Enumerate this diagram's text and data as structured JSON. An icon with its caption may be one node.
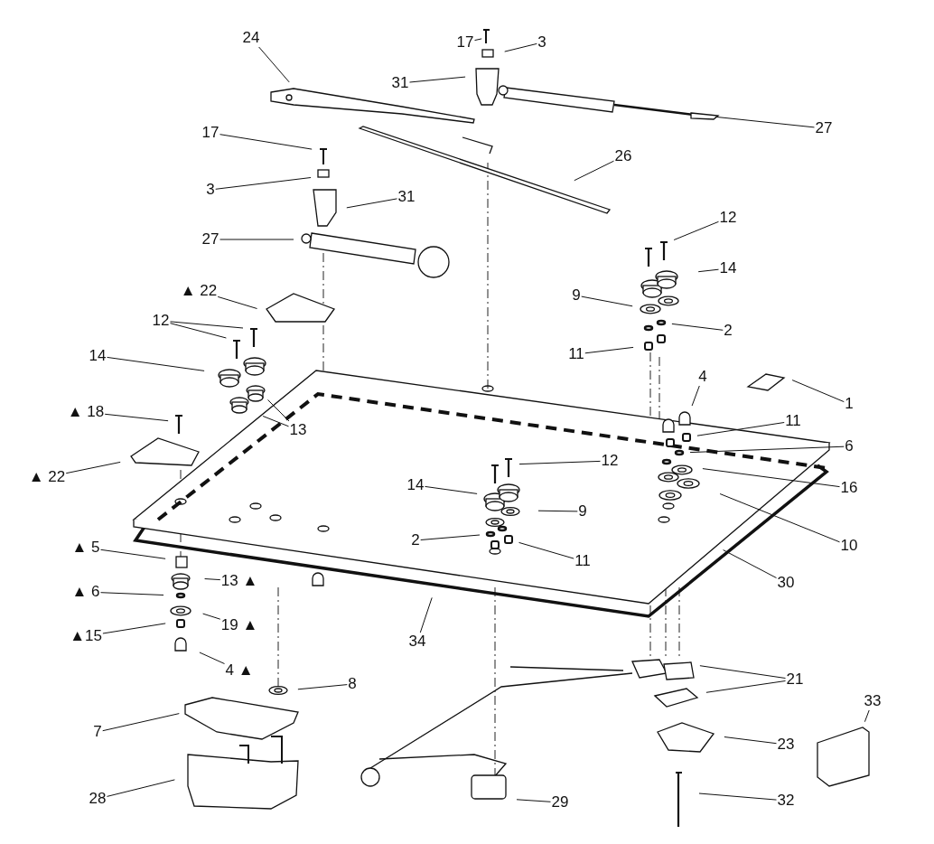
{
  "diagram": {
    "nodes": [
      {
        "text": [
          "17"
        ]
      },
      {
        "text": [
          "3"
        ]
      },
      {
        "text": [
          "24"
        ]
      },
      {
        "text": [
          "31"
        ]
      },
      {
        "text": [
          "27"
        ]
      },
      {
        "text": [
          "17"
        ]
      },
      {
        "text": [
          "26"
        ]
      },
      {
        "text": [
          "3"
        ]
      },
      {
        "text": [
          "31"
        ]
      },
      {
        "text": [
          "27"
        ]
      },
      {
        "text": [
          "12"
        ]
      },
      {
        "text": [
          "14"
        ]
      },
      {
        "text": [
          "▲ 22"
        ]
      },
      {
        "text": [
          "9"
        ]
      },
      {
        "text": [
          "12"
        ]
      },
      {
        "text": [
          "2"
        ]
      },
      {
        "text": [
          "14"
        ]
      },
      {
        "text": [
          "11"
        ]
      },
      {
        "text": [
          "4"
        ]
      },
      {
        "text": [
          "1"
        ]
      },
      {
        "text": [
          "▲ 18"
        ]
      },
      {
        "text": [
          "13"
        ]
      },
      {
        "text": [
          "11"
        ]
      },
      {
        "text": [
          "6"
        ]
      },
      {
        "text": [
          "▲ 22"
        ]
      },
      {
        "text": [
          "12"
        ]
      },
      {
        "text": [
          "16"
        ]
      },
      {
        "text": [
          "14"
        ]
      },
      {
        "text": [
          "9"
        ]
      },
      {
        "text": [
          "2"
        ]
      },
      {
        "text": [
          "11"
        ]
      },
      {
        "text": [
          "10"
        ]
      },
      {
        "text": [
          "▲ 5"
        ]
      },
      {
        "text": [
          "13 ▲"
        ]
      },
      {
        "text": [
          "30"
        ]
      },
      {
        "text": [
          "▲ 6"
        ]
      },
      {
        "text": [
          "19 ▲"
        ]
      },
      {
        "text": [
          "34"
        ]
      },
      {
        "text": [
          "▲15"
        ]
      },
      {
        "text": [
          "4 ▲"
        ]
      },
      {
        "text": [
          "8"
        ]
      },
      {
        "text": [
          "21"
        ]
      },
      {
        "text": [
          "7"
        ]
      },
      {
        "text": [
          "33"
        ]
      },
      {
        "text": [
          "23"
        ]
      },
      {
        "text": [
          "28"
        ]
      },
      {
        "text": [
          "29"
        ]
      },
      {
        "text": [
          "32"
        ]
      }
    ],
    "edges": [
      {
        "from": 0,
        "to": null,
        "arrow": "none"
      },
      {
        "from": 1,
        "to": null,
        "arrow": "none"
      },
      {
        "from": 2,
        "to": null,
        "arrow": "none"
      },
      {
        "from": 3,
        "to": null,
        "arrow": "none"
      },
      {
        "from": 4,
        "to": null,
        "arrow": "none"
      },
      {
        "from": 5,
        "to": null,
        "arrow": "none"
      },
      {
        "from": 6,
        "to": null,
        "arrow": "none"
      },
      {
        "from": 7,
        "to": null,
        "arrow": "none"
      },
      {
        "from": 8,
        "to": null,
        "arrow": "none"
      },
      {
        "from": 9,
        "to": null,
        "arrow": "none"
      },
      {
        "from": 10,
        "to": null,
        "arrow": "none"
      },
      {
        "from": 11,
        "to": null,
        "arrow": "none"
      },
      {
        "from": 12,
        "to": null,
        "arrow": "none"
      },
      {
        "from": 13,
        "to": null,
        "arrow": "none"
      },
      {
        "from": 14,
        "to": null,
        "arrow": "none"
      },
      {
        "from": 14,
        "to": null,
        "arrow": "none"
      },
      {
        "from": 15,
        "to": null,
        "arrow": "none"
      },
      {
        "from": 16,
        "to": null,
        "arrow": "none"
      },
      {
        "from": 17,
        "to": null,
        "arrow": "none"
      },
      {
        "from": 18,
        "to": null,
        "arrow": "none"
      },
      {
        "from": 19,
        "to": null,
        "arrow": "none"
      },
      {
        "from": 20,
        "to": null,
        "arrow": "none"
      },
      {
        "from": 21,
        "to": null,
        "arrow": "none"
      },
      {
        "from": 21,
        "to": null,
        "arrow": "none"
      },
      {
        "from": 22,
        "to": null,
        "arrow": "none"
      },
      {
        "from": 23,
        "to": null,
        "arrow": "none"
      },
      {
        "from": 24,
        "to": null,
        "arrow": "none"
      },
      {
        "from": 25,
        "to": null,
        "arrow": "none"
      },
      {
        "from": 26,
        "to": null,
        "arrow": "none"
      },
      {
        "from": 27,
        "to": null,
        "arrow": "none"
      },
      {
        "from": 28,
        "to": null,
        "arrow": "none"
      },
      {
        "from": 29,
        "to": null,
        "arrow": "none"
      },
      {
        "from": 30,
        "to": null,
        "arrow": "none"
      },
      {
        "from": 31,
        "to": null,
        "arrow": "none"
      },
      {
        "from": 32,
        "to": null,
        "arrow": "none"
      },
      {
        "from": 33,
        "to": null,
        "arrow": "none"
      },
      {
        "from": 34,
        "to": null,
        "arrow": "none"
      },
      {
        "from": 35,
        "to": null,
        "arrow": "none"
      },
      {
        "from": 36,
        "to": null,
        "arrow": "none"
      },
      {
        "from": 37,
        "to": null,
        "arrow": "none"
      },
      {
        "from": 38,
        "to": null,
        "arrow": "none"
      },
      {
        "from": 39,
        "to": null,
        "arrow": "none"
      },
      {
        "from": 40,
        "to": null,
        "arrow": "none"
      },
      {
        "from": 41,
        "to": null,
        "arrow": "none"
      },
      {
        "from": 41,
        "to": null,
        "arrow": "none"
      },
      {
        "from": 42,
        "to": null,
        "arrow": "none"
      },
      {
        "from": 43,
        "to": null,
        "arrow": "none"
      },
      {
        "from": 44,
        "to": null,
        "arrow": "none"
      },
      {
        "from": 45,
        "to": null,
        "arrow": "none"
      },
      {
        "from": 46,
        "to": null,
        "arrow": "none"
      },
      {
        "from": 47,
        "to": null,
        "arrow": "none"
      }
    ]
  }
}
